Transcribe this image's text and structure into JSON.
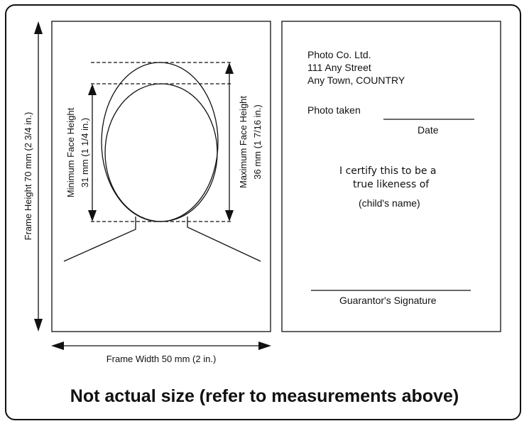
{
  "dimensions": {
    "frame_height": "Frame Height 70 mm (2 3/4 in.)",
    "frame_width": "Frame Width 50 mm (2 in.)",
    "min_face_height_line1": "Minimum Face Height",
    "min_face_height_line2": "31 mm (1 1/4 in.)",
    "max_face_height_line1": "Maximum Face Height",
    "max_face_height_line2": "36 mm (1 7/16 in.)"
  },
  "back": {
    "company": "Photo Co. Ltd.",
    "street": "111 Any Street",
    "town": "Any Town, COUNTRY",
    "photo_taken": "Photo taken",
    "date": "Date",
    "certify_line1": "I certify this to be a",
    "certify_line2": "true likeness of",
    "childs_name": "(child's name)",
    "signature": "Guarantor's Signature"
  },
  "footer": "Not actual size (refer to measurements above)"
}
